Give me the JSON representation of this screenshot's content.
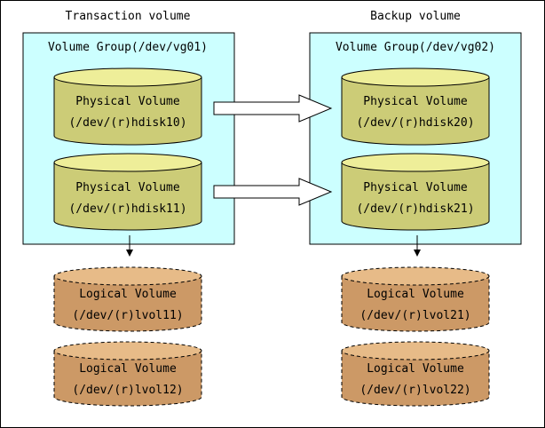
{
  "columns": {
    "left_header": "Transaction volume",
    "right_header": "Backup volume"
  },
  "colors": {
    "group_fill": "#ccffff",
    "physical_fill": "#cccc77",
    "physical_top": "#eeee99",
    "logical_fill": "#cc9966",
    "logical_top": "#e7bb88"
  },
  "volume_groups": [
    {
      "label": "Volume Group(/dev/vg01)",
      "physical_volumes": [
        {
          "line1": "Physical Volume",
          "line2": "(/dev/(r)hdisk10)"
        },
        {
          "line1": "Physical Volume",
          "line2": "(/dev/(r)hdisk11)"
        }
      ],
      "logical_volumes": [
        {
          "line1": "Logical Volume",
          "line2": "(/dev/(r)lvol11)"
        },
        {
          "line1": "Logical Volume",
          "line2": "(/dev/(r)lvol12)"
        }
      ]
    },
    {
      "label": "Volume Group(/dev/vg02)",
      "physical_volumes": [
        {
          "line1": "Physical Volume",
          "line2": "(/dev/(r)hdisk20)"
        },
        {
          "line1": "Physical Volume",
          "line2": "(/dev/(r)hdisk21)"
        }
      ],
      "logical_volumes": [
        {
          "line1": "Logical Volume",
          "line2": "(/dev/(r)lvol21)"
        },
        {
          "line1": "Logical Volume",
          "line2": "(/dev/(r)lvol22)"
        }
      ]
    }
  ]
}
